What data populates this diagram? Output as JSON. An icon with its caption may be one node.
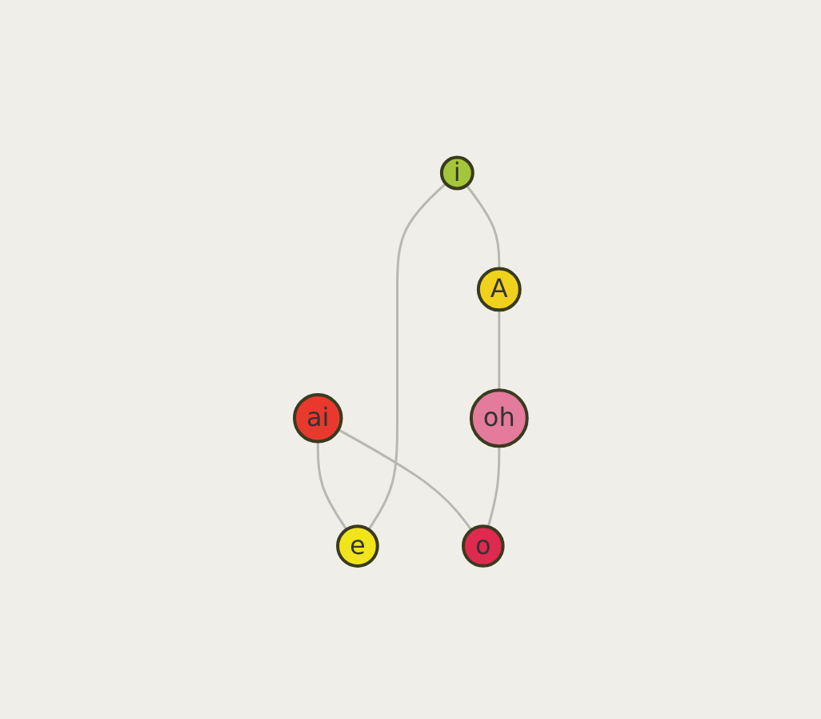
{
  "diagram": {
    "nodes": [
      {
        "text": [
          "i"
        ]
      },
      {
        "text": [
          "ai"
        ]
      },
      {
        "text": [
          "e"
        ]
      },
      {
        "text": [
          "A"
        ]
      },
      {
        "text": [
          "oh"
        ]
      },
      {
        "text": [
          "o"
        ]
      }
    ],
    "edges": [
      {
        "from": 1,
        "to": 2,
        "arrow": "none"
      },
      {
        "from": 1,
        "to": 5,
        "arrow": "none"
      },
      {
        "from": 0,
        "to": 2,
        "arrow": "none"
      },
      {
        "from": 0,
        "to": 3,
        "arrow": "none"
      },
      {
        "from": 3,
        "to": 4,
        "arrow": "none"
      },
      {
        "from": 4,
        "to": 5,
        "arrow": "none"
      }
    ]
  }
}
